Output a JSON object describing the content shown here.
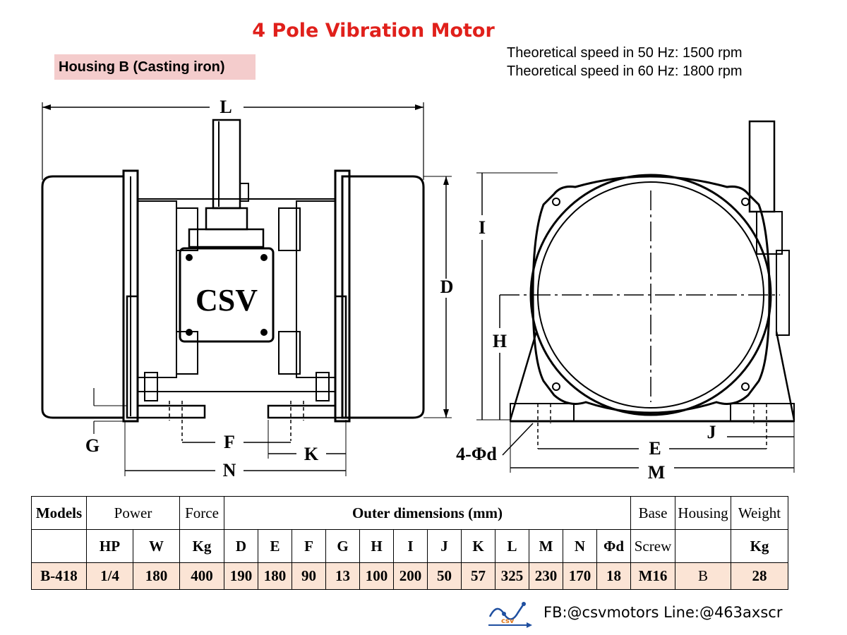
{
  "title": "4 Pole Vibration Motor",
  "housing_label": "Housing B (Casting iron)",
  "speed_50": "Theoretical speed in 50 Hz: 1500 rpm",
  "speed_60": "Theoretical speed in 60 Hz: 1800 rpm",
  "brand_on_box": "CSV",
  "dimension_labels": {
    "L": "L",
    "D": "D",
    "I": "I",
    "H": "H",
    "G": "G",
    "F": "F",
    "K": "K",
    "N": "N",
    "E": "E",
    "M": "M",
    "J": "J",
    "hole": "4-Φd"
  },
  "table": {
    "header1": [
      "Models",
      "Power",
      "Force",
      "Outer dimensions (mm)",
      "Base",
      "Housing",
      "Weight"
    ],
    "header2": [
      "",
      "HP",
      "W",
      "Kg",
      "D",
      "E",
      "F",
      "G",
      "H",
      "I",
      "J",
      "K",
      "L",
      "M",
      "N",
      "Φd",
      "Screw",
      "",
      "Kg"
    ],
    "row": [
      "B-418",
      "1/4",
      "180",
      "400",
      "190",
      "180",
      "90",
      "13",
      "100",
      "200",
      "50",
      "57",
      "325",
      "230",
      "170",
      "18",
      "M16",
      "B",
      "28"
    ]
  },
  "footer": {
    "logo_text": "csv",
    "contact": "FB:@csvmotors  Line:@463axscr"
  },
  "colors": {
    "title": "#e0201b",
    "housing_bg": "#f4cccc",
    "row_bg": "#fbe4d5",
    "logo_blue": "#1f4fa0",
    "logo_orange": "#e07a1f"
  }
}
